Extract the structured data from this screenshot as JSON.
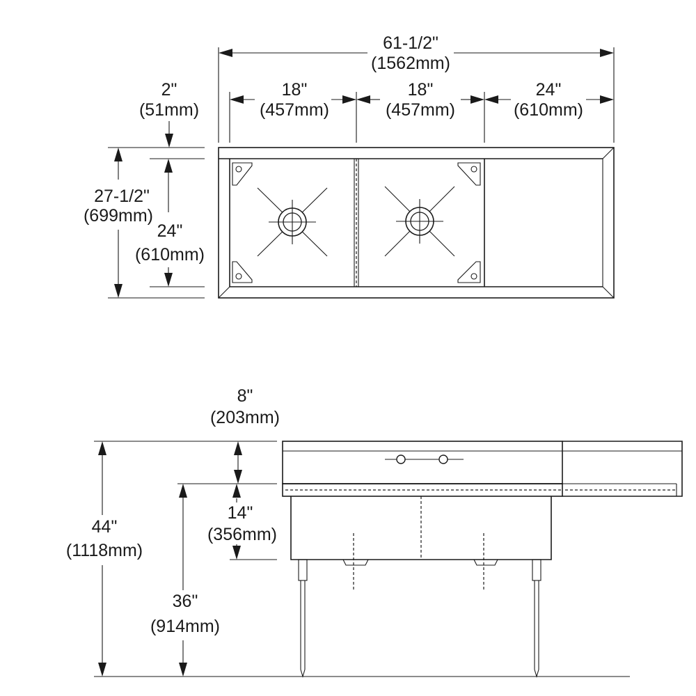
{
  "top_view": {
    "overall_width": {
      "imperial": "61-1/2\"",
      "metric": "(1562mm)"
    },
    "bowl_1_width": {
      "imperial": "18\"",
      "metric": "(457mm)"
    },
    "bowl_2_width": {
      "imperial": "18\"",
      "metric": "(457mm)"
    },
    "drainboard_width": {
      "imperial": "24\"",
      "metric": "(610mm)"
    },
    "backsplash_depth": {
      "imperial": "2\"",
      "metric": "(51mm)"
    },
    "overall_depth": {
      "imperial": "27-1/2\"",
      "metric": "(699mm)"
    },
    "bowl_depth": {
      "imperial": "24\"",
      "metric": "(610mm)"
    }
  },
  "front_view": {
    "backsplash_height": {
      "imperial": "8\"",
      "metric": "(203mm)"
    },
    "overall_height": {
      "imperial": "44\"",
      "metric": "(1118mm)"
    },
    "bowl_height": {
      "imperial": "14\"",
      "metric": "(356mm)"
    },
    "rim_height": {
      "imperial": "36\"",
      "metric": "(914mm)"
    }
  }
}
